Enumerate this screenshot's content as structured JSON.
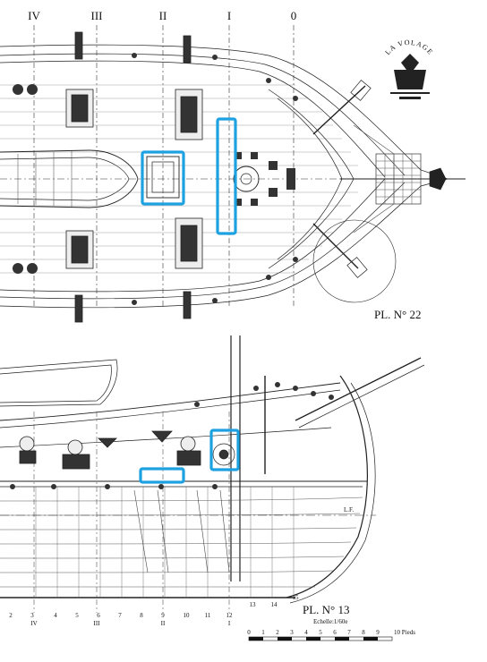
{
  "top_plan": {
    "stations": [
      "IV",
      "III",
      "II",
      "I",
      "0"
    ],
    "plate_label": "PL. N° 22"
  },
  "logo": {
    "text": "LA VOLAGE"
  },
  "side_profile": {
    "plate_label": "PL. N° 13",
    "scale_label": "Echelle:1/60e",
    "frame_ticks": [
      "2",
      "3",
      "4",
      "5",
      "6",
      "7",
      "8",
      "9",
      "10",
      "11",
      "12",
      "13",
      "14",
      "15"
    ],
    "station_marks": [
      "IV",
      "III",
      "II",
      "I"
    ],
    "waterline_label": "L.F.",
    "scale_bar_ticks": [
      "0",
      "1",
      "2",
      "3",
      "4",
      "5",
      "6",
      "7",
      "8",
      "9",
      "10 Pieds"
    ]
  },
  "highlight_color": "#1da1e0"
}
